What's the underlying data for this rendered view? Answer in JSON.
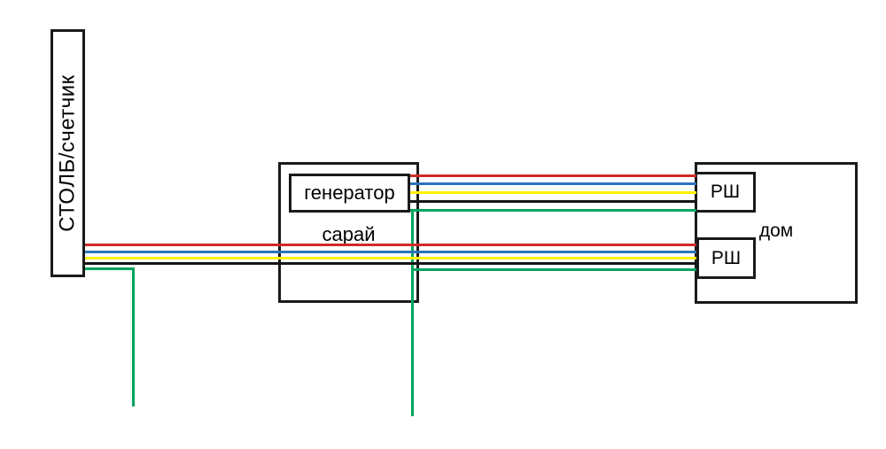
{
  "diagram": {
    "type": "electrical-wiring-diagram",
    "background": "#ffffff",
    "nodes": {
      "pole": {
        "label": "СТОЛБ/счетчик"
      },
      "barn": {
        "label": "сарай"
      },
      "generator": {
        "label": "генератор"
      },
      "house": {
        "label": "дом"
      },
      "rsh_upper": {
        "label": "РШ"
      },
      "rsh_lower": {
        "label": "РШ"
      }
    },
    "colors": {
      "red": "#cf2b27",
      "blue": "#2b74b8",
      "yellow": "#fff200",
      "black": "#151515",
      "green": "#00a35c",
      "border": "#1a1a1a",
      "background": "#ffffff"
    },
    "wires": [
      {
        "color": "red",
        "from": "pole",
        "to": "rsh_lower"
      },
      {
        "color": "blue",
        "from": "pole",
        "to": "rsh_lower"
      },
      {
        "color": "yellow",
        "from": "pole",
        "to": "rsh_lower"
      },
      {
        "color": "black",
        "from": "pole",
        "to": "rsh_lower"
      },
      {
        "color": "green",
        "from": "pole",
        "to": "ground"
      },
      {
        "color": "red",
        "from": "generator",
        "to": "rsh_upper"
      },
      {
        "color": "blue",
        "from": "generator",
        "to": "rsh_upper"
      },
      {
        "color": "yellow",
        "from": "generator",
        "to": "rsh_upper"
      },
      {
        "color": "black",
        "from": "generator",
        "to": "rsh_upper"
      },
      {
        "color": "green",
        "from": "generator",
        "to": "rsh_upper"
      },
      {
        "color": "green",
        "from": "barn_ground",
        "to": "rsh_lower"
      },
      {
        "color": "green",
        "from": "barn",
        "to": "ground"
      }
    ]
  }
}
